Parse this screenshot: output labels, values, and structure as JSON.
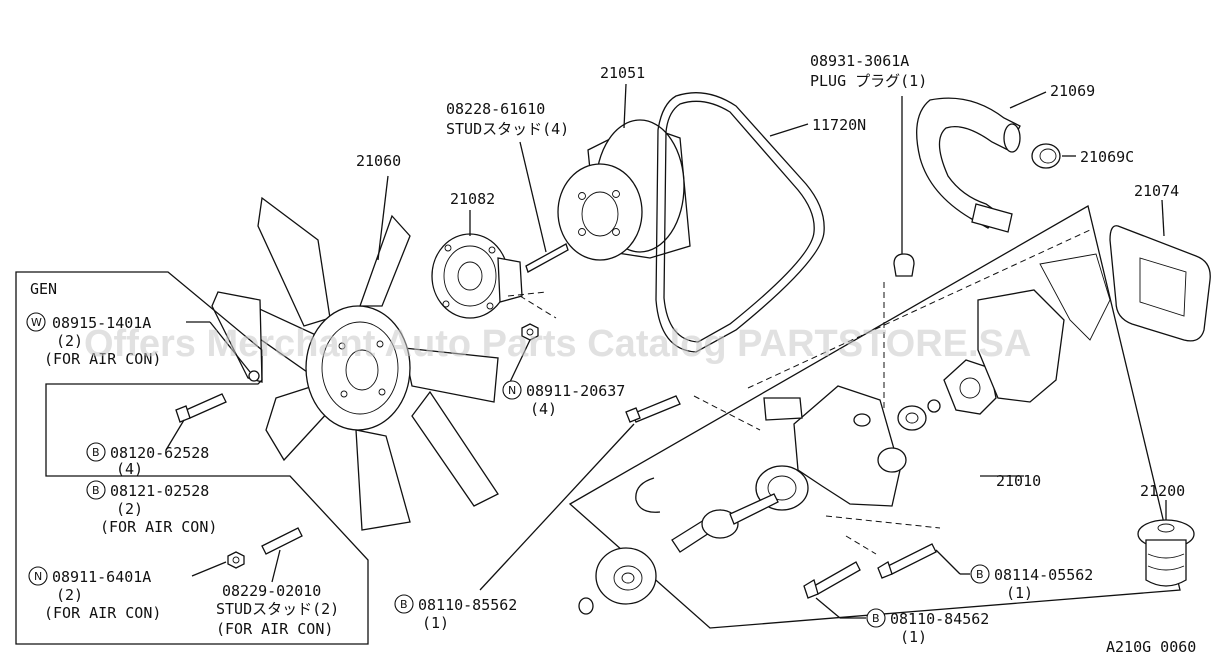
{
  "watermark": "Offers Merchant Auto Parts Catalog PARTSTORE.SA",
  "diagram_code": "A210G 0060",
  "gen_box_title": "GEN",
  "labels": {
    "p21051": "21051",
    "p11720n": "11720N",
    "p21060": "21060",
    "p21082": "21082",
    "stud_num": "08228-61610",
    "stud_name": "STUDスタッド(4)",
    "plug_num": "08931-3061A",
    "plug_name": "PLUG プラグ(1)",
    "p21069": "21069",
    "p21069c": "21069C",
    "p21074": "21074",
    "p21010": "21010",
    "p21200": "21200",
    "w_num": "08915-1401A",
    "w_qty": "(2)",
    "w_note": "(FOR AIR CON)",
    "n1_num": "08911-20637",
    "n1_qty": "(4)",
    "b1_num": "08120-62528",
    "b1_qty": "(4)",
    "b2_num": "08121-02528",
    "b2_qty": "(2)",
    "b2_note": "(FOR AIR CON)",
    "n2_num": "08911-6401A",
    "n2_qty": "(2)",
    "n2_note": "(FOR AIR CON)",
    "stud2_num": "08229-02010",
    "stud2_name": "STUDスタッド(2)",
    "stud2_note": "(FOR AIR CON)",
    "b3_num": "08110-85562",
    "b3_qty": "(1)",
    "b4_num": "08114-05562",
    "b4_qty": "(1)",
    "b5_num": "08110-84562",
    "b5_qty": "(1)"
  },
  "markers": {
    "washer": "W",
    "nut": "N",
    "bolt": "B"
  }
}
